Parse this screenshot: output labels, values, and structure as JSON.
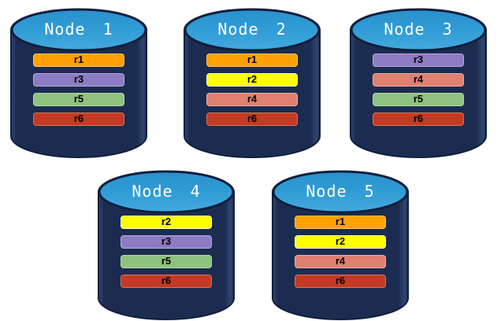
{
  "colors": {
    "cylinder_body": "#1b2c50",
    "cylinder_top": "#2e9bd5",
    "cylinder_outline": "#0f1f3d",
    "title_text": "#ffffff",
    "replica_text": "#000000"
  },
  "replica_colors": {
    "r1": {
      "fill": "#ffa103",
      "border": "#ffc35e"
    },
    "r2": {
      "fill": "#ffff00",
      "border": "#feffd9"
    },
    "r3": {
      "fill": "#8d7bc4",
      "border": "#b7aadb"
    },
    "r4": {
      "fill": "#df8070",
      "border": "#ecb0a6"
    },
    "r5": {
      "fill": "#8fc27e",
      "border": "#b5d8ab"
    },
    "r6": {
      "fill": "#c43a23",
      "border": "#d8735c"
    }
  },
  "nodes": [
    {
      "label": "Node 1",
      "replicas": [
        "r1",
        "r3",
        "r5",
        "r6"
      ]
    },
    {
      "label": "Node 2",
      "replicas": [
        "r1",
        "r2",
        "r4",
        "r6"
      ]
    },
    {
      "label": "Node 3",
      "replicas": [
        "r3",
        "r4",
        "r5",
        "r6"
      ]
    },
    {
      "label": "Node 4",
      "replicas": [
        "r2",
        "r3",
        "r5",
        "r6"
      ]
    },
    {
      "label": "Node 5",
      "replicas": [
        "r1",
        "r2",
        "r4",
        "r6"
      ]
    }
  ]
}
